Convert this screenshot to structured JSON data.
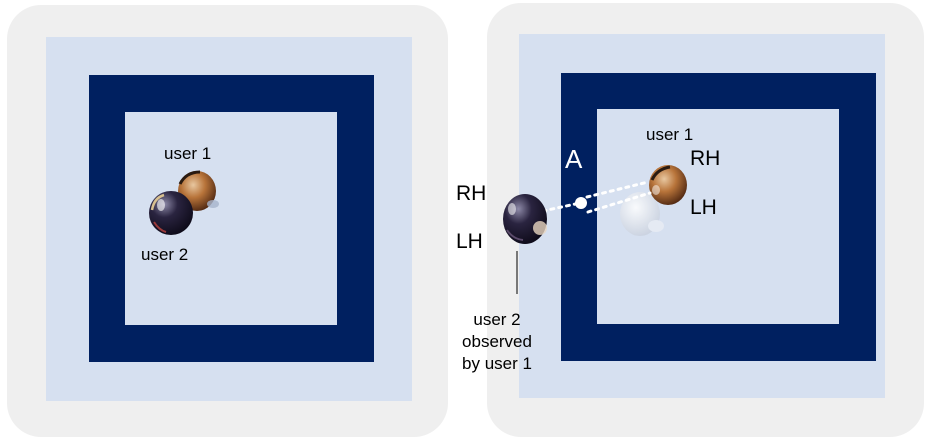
{
  "left_panel": {
    "user1_label": "user 1",
    "user2_label": "user 2"
  },
  "right_panel": {
    "user1_label": "user 1",
    "rh_user1": "RH",
    "lh_user1": "LH",
    "point_label": "A",
    "rh_user2": "RH",
    "lh_user2": "LH",
    "caption_lines": [
      "user 2",
      "observed",
      "by user 1"
    ]
  },
  "colors": {
    "panel_bg": "#efefef",
    "light_square": "#d6e0f0",
    "navy_frame": "#002060",
    "user1_head": "#b8743a",
    "user2_head": "#2a2440",
    "ghost_head": "#dfe4ee",
    "dotted_line": "#ffffff"
  },
  "icons": {
    "user1_head": "brown-head-icon",
    "user2_head": "dark-head-icon",
    "ghost_head": "ghost-head-icon"
  }
}
